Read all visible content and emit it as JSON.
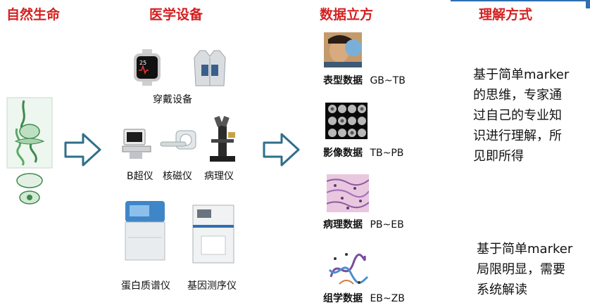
{
  "titles": {
    "nature": "自然生命",
    "devices": "医学设备",
    "data": "数据立方",
    "understand": "理解方式"
  },
  "devices": {
    "wearable": "穿戴设备",
    "ultrasound": "B超仪",
    "mri": "核磁仪",
    "pathology": "病理仪",
    "proteomics": "蛋白质谱仪",
    "sequencer": "基因测序仪"
  },
  "data_cube": [
    {
      "name": "表型数据",
      "size": "GB~TB"
    },
    {
      "name": "影像数据",
      "size": "TB~PB"
    },
    {
      "name": "病理数据",
      "size": "PB~EB"
    },
    {
      "name": "组学数据",
      "size": "EB~ZB"
    }
  ],
  "understanding": {
    "simple": "基于简单marker\n的思维，专家通\n过自己的专业知\n识进行理解，所\n见即所得",
    "limited": "基于简单marker\n局限明显，需要\n系统解读"
  },
  "watch_readout": "25"
}
